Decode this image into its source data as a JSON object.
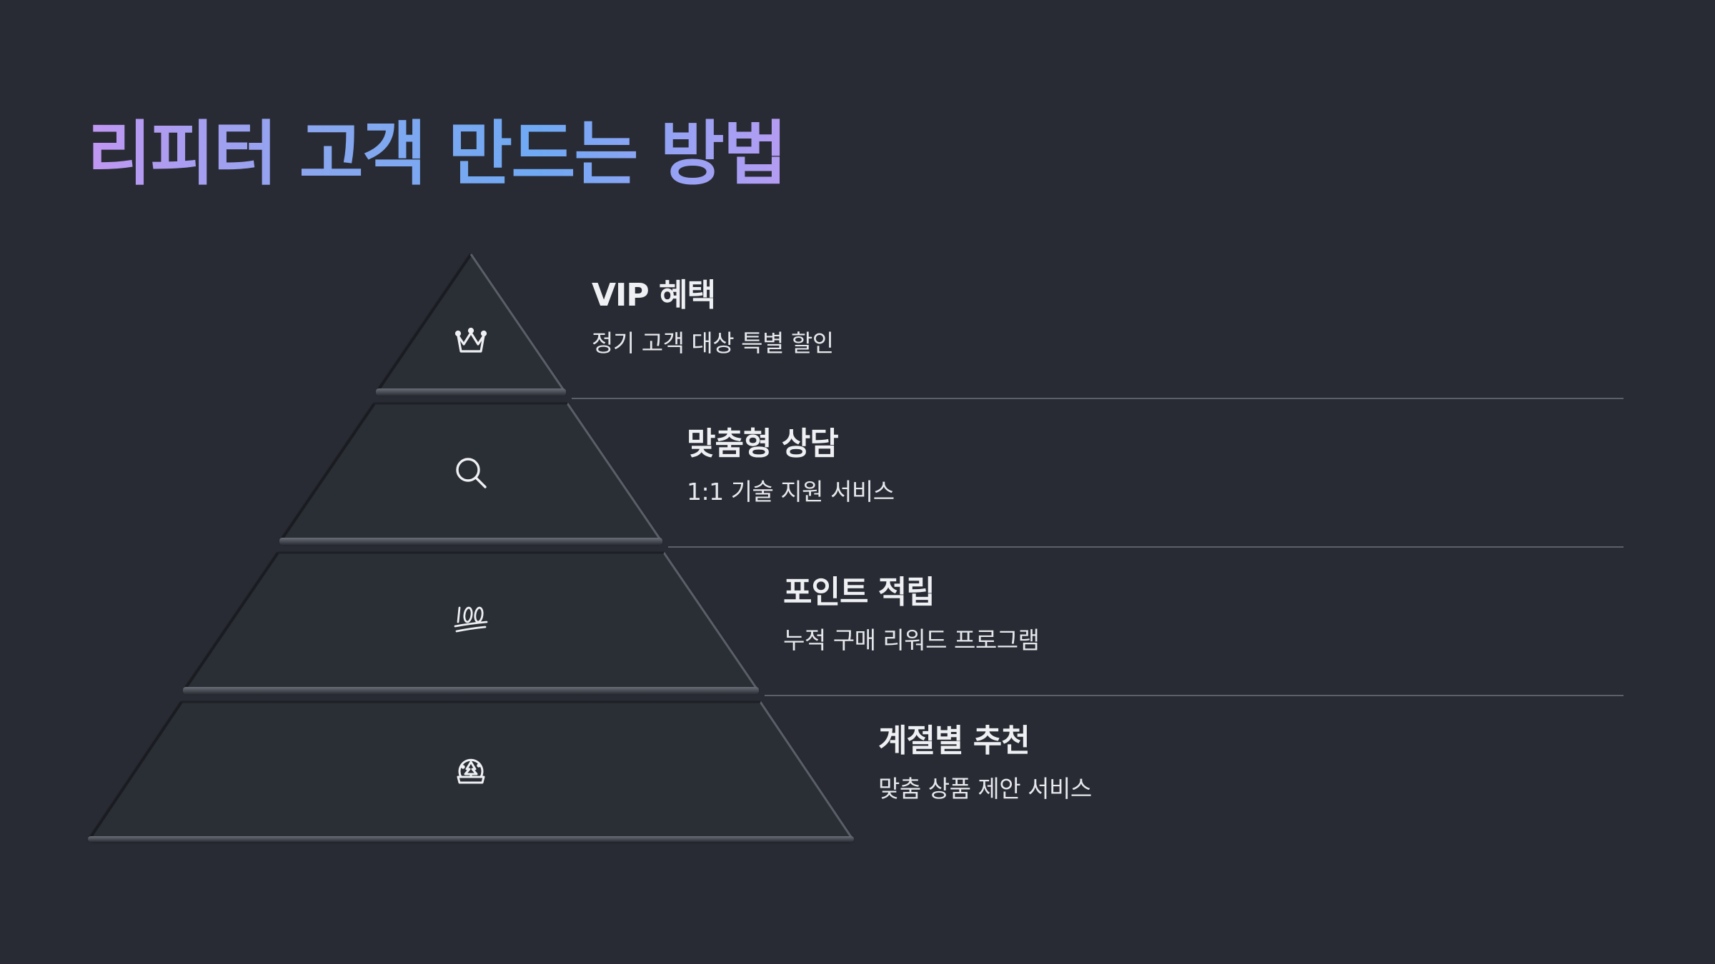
{
  "title": "리피터 고객 만드는 방법",
  "levels": [
    {
      "title": "VIP 혜택",
      "description": "정기 고객 대상 특별 할인",
      "icon": "crown-icon"
    },
    {
      "title": "맞춤형 상담",
      "description": "1:1 기술 지원 서비스",
      "icon": "search-icon"
    },
    {
      "title": "포인트 적립",
      "description": "누적 구매 리워드 프로그램",
      "icon": "hundred-points-icon"
    },
    {
      "title": "계절별 추천",
      "description": "맞춤 상품 제안 서비스",
      "icon": "snow-globe-icon"
    }
  ],
  "colors": {
    "background": "#282b33",
    "pyramid_fill": "#2a2d35",
    "text": "#eef0f3",
    "divider": "#5c6069",
    "title_gradient": [
      "#c197f2",
      "#86a7ef",
      "#6fa9f4",
      "#b69cf3"
    ]
  }
}
